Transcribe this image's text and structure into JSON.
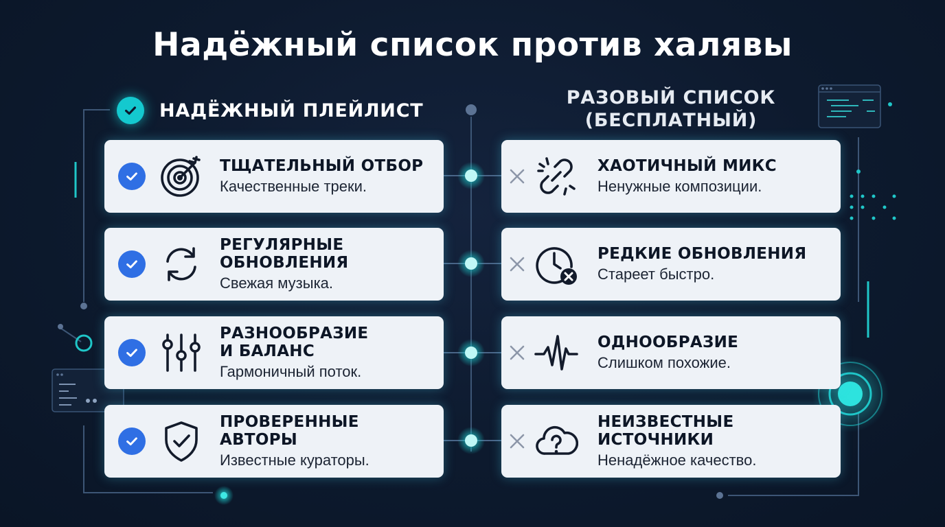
{
  "title": "Надёжный список против халявы",
  "left_header": "НАДЁЖНЫЙ ПЛЕЙЛИСТ",
  "right_header": [
    "РАЗОВЫЙ СПИСОК",
    "(БЕСПЛАТНЫЙ)"
  ],
  "left_items": [
    {
      "title": [
        "ТЩАТЕЛЬНЫЙ ОТБОР"
      ],
      "desc": "Качественные треки.",
      "icon": "target-icon"
    },
    {
      "title": [
        "РЕГУЛЯРНЫЕ",
        "ОБНОВЛЕНИЯ"
      ],
      "desc": "Свежая музыка.",
      "icon": "refresh-icon"
    },
    {
      "title": [
        "РАЗНООБРАЗИЕ",
        "И БАЛАНС"
      ],
      "desc": "Гармоничный поток.",
      "icon": "sliders-icon"
    },
    {
      "title": [
        "ПРОВЕРЕННЫЕ",
        "АВТОРЫ"
      ],
      "desc": "Известные кураторы.",
      "icon": "shield-check-icon"
    }
  ],
  "right_items": [
    {
      "title": [
        "ХАОТИЧНЫЙ МИКС"
      ],
      "desc": "Ненужные композиции.",
      "icon": "broken-link-icon"
    },
    {
      "title": [
        "РЕДКИЕ ОБНОВЛЕНИЯ"
      ],
      "desc": "Стареет быстро.",
      "icon": "clock-x-icon"
    },
    {
      "title": [
        "ОДНООБРАЗИЕ"
      ],
      "desc": "Слишком похожие.",
      "icon": "waveform-icon"
    },
    {
      "title": [
        "НЕИЗВЕСТНЫЕ",
        "ИСТОЧНИКИ"
      ],
      "desc": "Ненадёжное качество.",
      "icon": "cloud-question-icon"
    }
  ],
  "colors": {
    "background": "#0d1a2e",
    "accent_teal": "#14c9cf",
    "check_blue": "#2f6fe4",
    "card": "#eef2f7",
    "text_dark": "#0d1626"
  }
}
